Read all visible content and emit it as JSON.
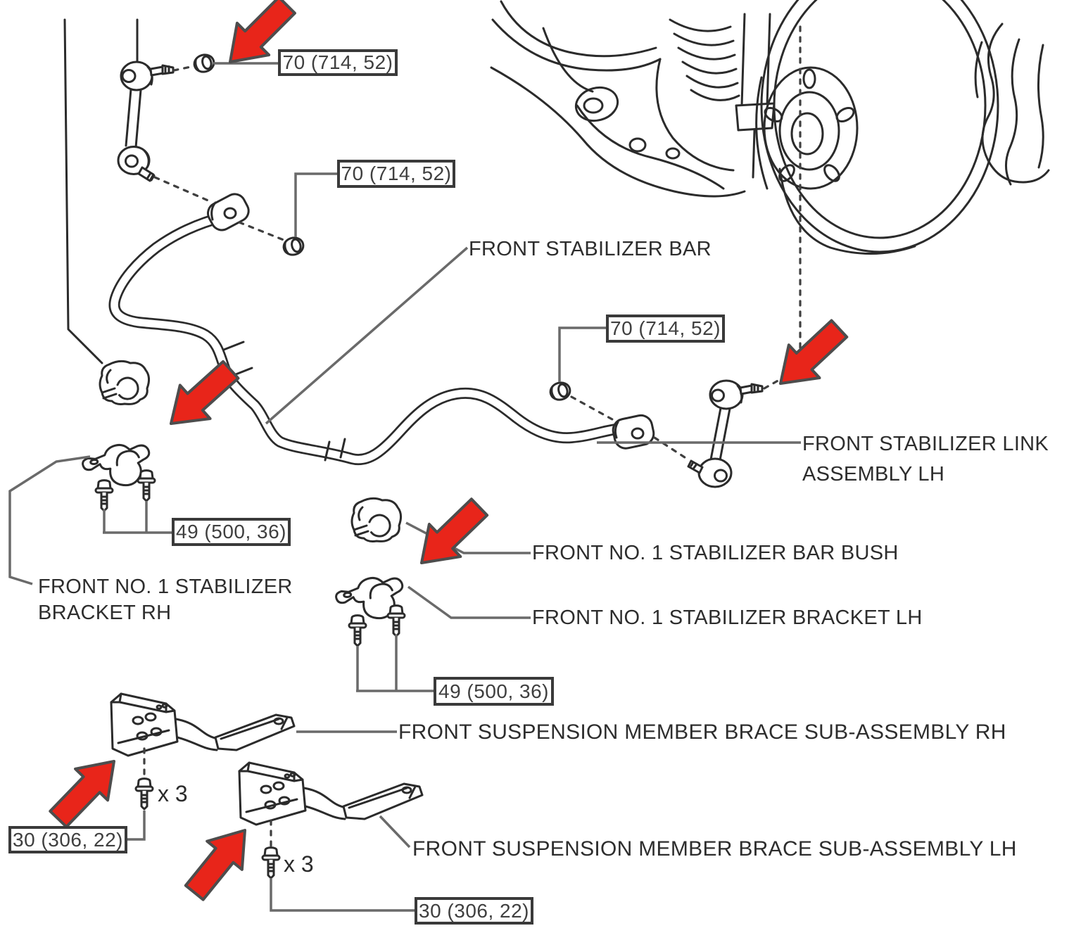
{
  "diagram": {
    "part_labels": {
      "front_stabilizer_bar": "FRONT STABILIZER BAR",
      "front_stabilizer_link_line1": "FRONT STABILIZER LINK",
      "front_stabilizer_link_line2": "ASSEMBLY LH",
      "bar_bush": "FRONT NO. 1 STABILIZER BAR BUSH",
      "bracket_lh": "FRONT NO. 1 STABILIZER BRACKET LH",
      "bracket_rh_line1": "FRONT NO. 1 STABILIZER",
      "bracket_rh_line2": "BRACKET RH",
      "brace_rh": "FRONT SUSPENSION MEMBER BRACE SUB-ASSEMBLY RH",
      "brace_lh": "FRONT SUSPENSION MEMBER BRACE SUB-ASSEMBLY LH"
    },
    "torque_specs": {
      "link_nut": "70 (714, 52)",
      "bracket_bolt": "49 (500, 36)",
      "brace_bolt": "30 (306, 22)"
    },
    "quantity_labels": {
      "bolt_count_rh": "x 3",
      "bolt_count_lh": "x 3"
    },
    "colors": {
      "arrow_red": "#e8251a",
      "line": "#2b2b2b",
      "leader_gray": "#6a6a6a"
    }
  }
}
